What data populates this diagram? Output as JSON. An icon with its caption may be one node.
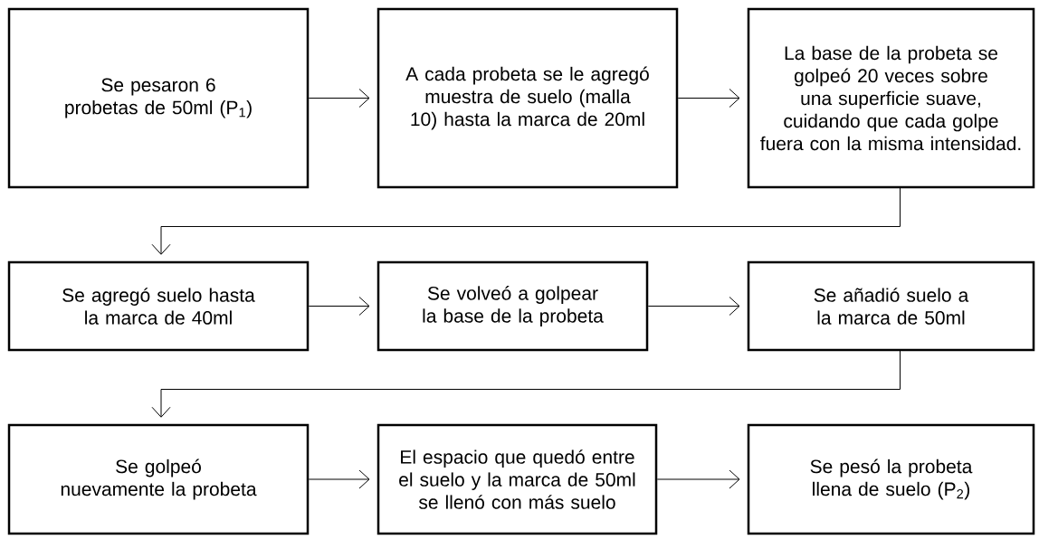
{
  "diagram": {
    "nodes": [
      {
        "text": [
          "Se pesaron 6 probetas de 50ml (P$_{1}$)"
        ]
      },
      {
        "text": [
          "A cada probeta se le agregó muestra de suelo (malla 10) hasta la marca de 20ml"
        ]
      },
      {
        "text": [
          "La base de la probeta se golpeó 20 veces sobre una superficie suave, cuidando que cada golpe fuera con la misma intensidad."
        ]
      },
      {
        "text": [
          "Se agregó suelo hasta la marca de 40ml"
        ]
      },
      {
        "text": [
          "Se volveó a golpear la base de la probeta"
        ]
      },
      {
        "text": [
          "Se añadió suelo a la marca de 50ml"
        ]
      },
      {
        "text": [
          "Se golpeó nuevamente la probeta"
        ]
      },
      {
        "text": [
          "El espacio que quedó entre el suelo y la marca de 50ml se llenó con más suelo"
        ]
      },
      {
        "text": [
          "Se pesó la probeta llena de suelo (P$_{2}$)"
        ]
      }
    ],
    "edges": [
      {
        "from": 0,
        "to": 1,
        "arrow": "to"
      },
      {
        "from": 1,
        "to": 2,
        "arrow": "to"
      },
      {
        "from": 2,
        "to": 3,
        "arrow": "to"
      },
      {
        "from": 3,
        "to": 4,
        "arrow": "to"
      },
      {
        "from": 4,
        "to": 5,
        "arrow": "to"
      },
      {
        "from": 5,
        "to": 6,
        "arrow": "to"
      },
      {
        "from": 6,
        "to": 7,
        "arrow": "to"
      },
      {
        "from": 7,
        "to": 8,
        "arrow": "to"
      }
    ]
  }
}
